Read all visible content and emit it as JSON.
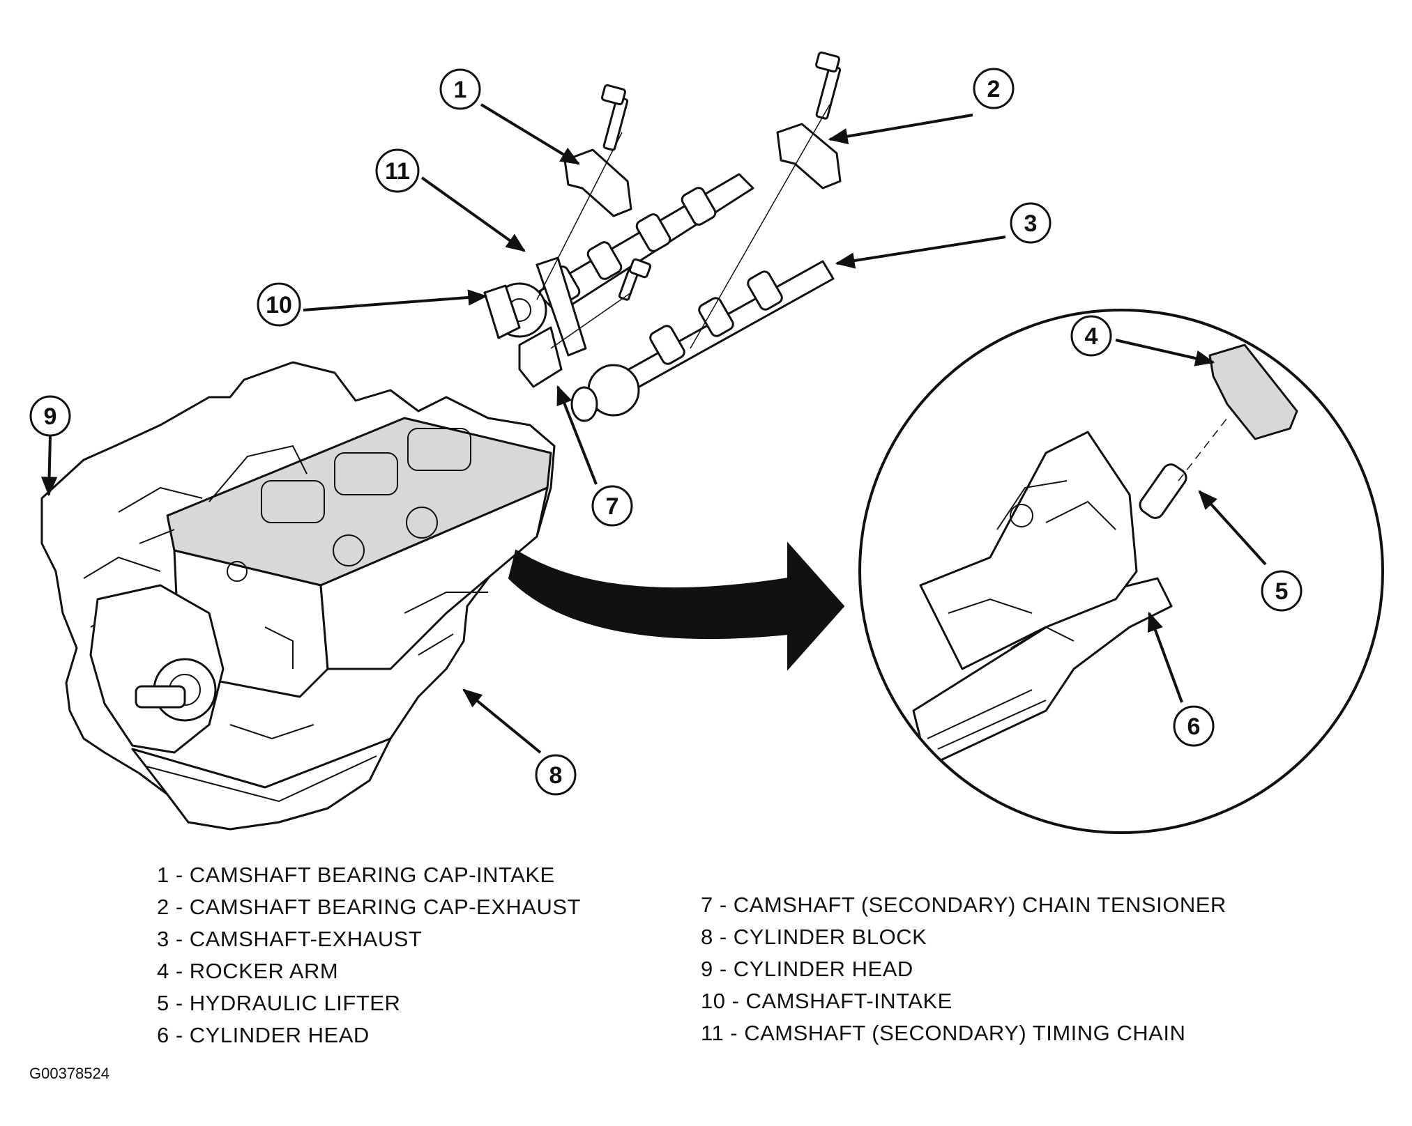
{
  "figure_id": "G00378524",
  "callouts": [
    "1",
    "2",
    "3",
    "4",
    "5",
    "6",
    "7",
    "8",
    "9",
    "10",
    "11"
  ],
  "legend_left": [
    "1 - CAMSHAFT BEARING CAP-INTAKE",
    "2 - CAMSHAFT BEARING CAP-EXHAUST",
    "3 - CAMSHAFT-EXHAUST",
    "4 - ROCKER ARM",
    "5 - HYDRAULIC LIFTER",
    "6 - CYLINDER HEAD"
  ],
  "legend_right": [
    "7 - CAMSHAFT (SECONDARY) CHAIN TENSIONER",
    "8 - CYLINDER BLOCK",
    "9 - CYLINDER HEAD",
    "10 - CAMSHAFT-INTAKE",
    "11 - CAMSHAFT (SECONDARY) TIMING CHAIN"
  ],
  "colors": {
    "ink": "#111111",
    "paper": "#ffffff",
    "shade": "#d8d8d8"
  }
}
